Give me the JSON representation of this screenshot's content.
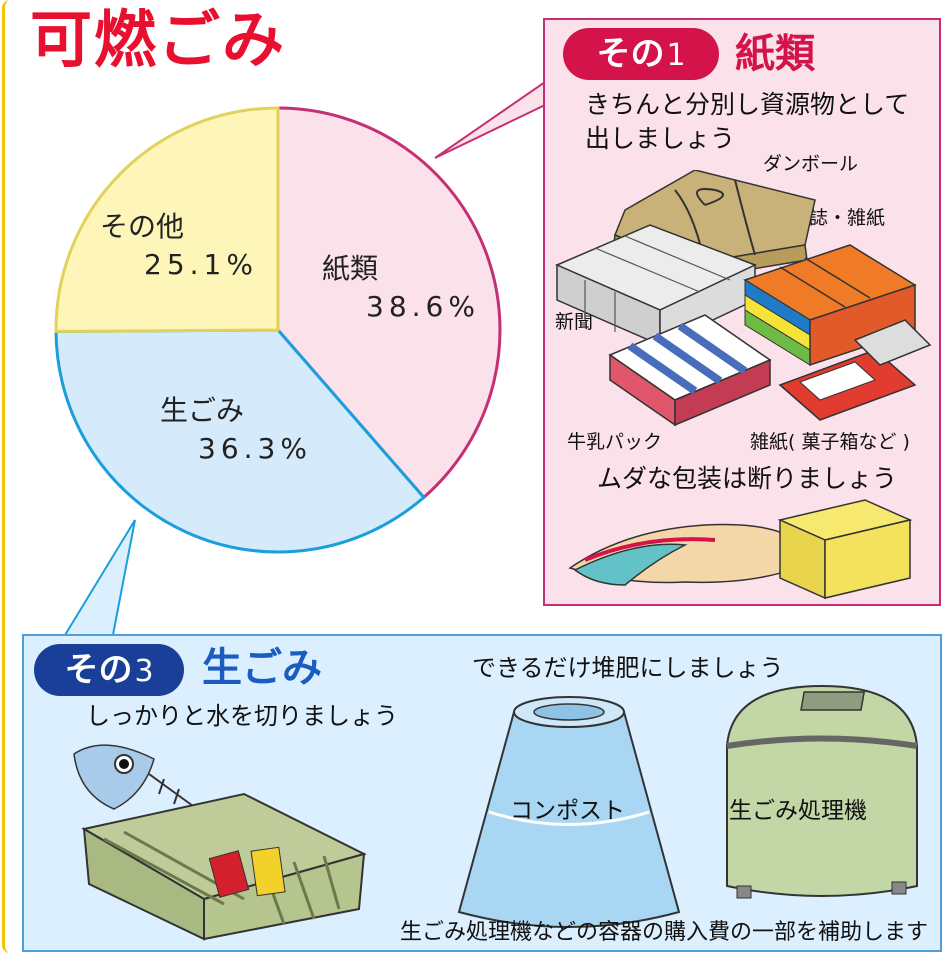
{
  "title": "可燃ごみ",
  "colors": {
    "title": "#e8102e",
    "paper_fill": "#fbe1ea",
    "paper_line": "#c52f74",
    "food_fill": "#d5eafb",
    "food_line": "#1a9fdc",
    "other_fill": "#fdf6b8",
    "other_line": "#e3d25a",
    "badge_paper": "#d4134a",
    "badge_food": "#1a3f98"
  },
  "chart_data": {
    "type": "pie",
    "slices": [
      {
        "label": "紙類",
        "value": 38.6,
        "value_label": "38.6%"
      },
      {
        "label": "生ごみ",
        "value": 36.3,
        "value_label": "36.3%"
      },
      {
        "label": "その他",
        "value": 25.1,
        "value_label": "25.1%"
      }
    ]
  },
  "paper_panel": {
    "badge_text": "その",
    "badge_number": "1",
    "title": "紙類",
    "instruction": "きちんと分別し資源物として出しましょう",
    "instruction_line1": "きちんと分別し資源物として",
    "instruction_line2": "出しましょう",
    "items": {
      "cardboard": "ダンボール",
      "magazines": "雑誌・雑紙",
      "newspaper": "新聞",
      "milk_carton": "牛乳パック",
      "misc_paper": "雑紙( 菓子箱など )"
    },
    "packaging_note": "ムダな包装は断りましょう"
  },
  "food_panel": {
    "badge_text": "その",
    "badge_number": "3",
    "title": "生ごみ",
    "drain_note": "しっかりと水を切りましょう",
    "compost_note": "できるだけ堆肥にしましょう",
    "compost_label": "コンポスト",
    "processor_label": "生ごみ処理機",
    "subsidy_note": "生ごみ処理機などの容器の購入費の一部を補助します"
  }
}
